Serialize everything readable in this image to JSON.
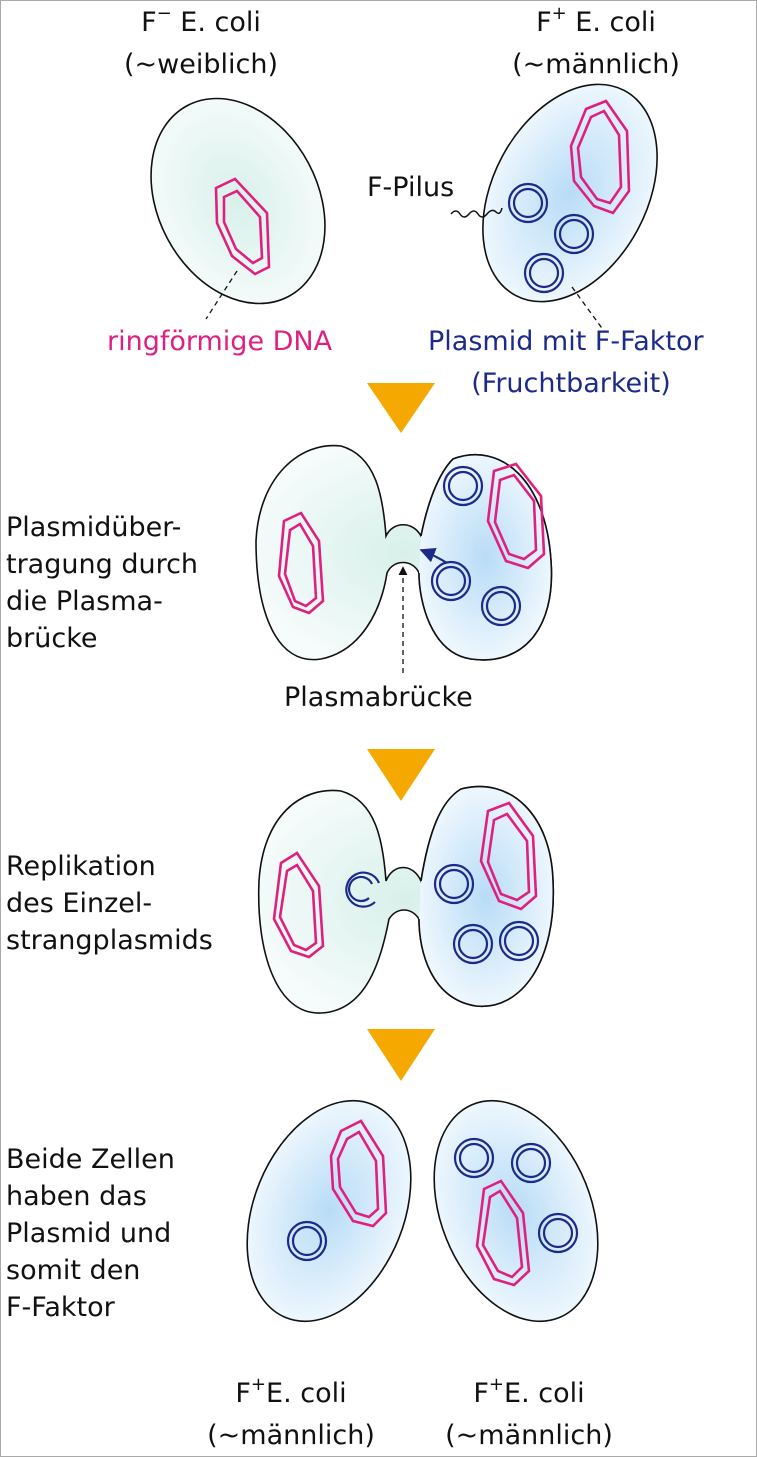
{
  "top": {
    "fminus": {
      "letter": "F",
      "sup": "−",
      "name": " E. coli",
      "role": "(~weiblich)"
    },
    "fplus": {
      "letter": "F",
      "sup": "+",
      "name": " E. coli",
      "role": "(~männlich)"
    },
    "pilus_label": "F-Pilus",
    "dna_label": "ringförmige DNA",
    "plasmid_label_1": "Plasmid mit F-Faktor",
    "plasmid_label_2": "(Fruchtbarkeit)"
  },
  "steps": [
    {
      "caption": "Plasmidüber-\ntragung durch\ndie Plasma-\nbrücke"
    },
    {
      "caption": "Replikation\ndes Einzel-\nstrangplasmids"
    },
    {
      "caption": "Beide Zellen\nhaben das\nPlasmid und\nsomit den\nF-Faktor"
    }
  ],
  "bridge_label": "Plasmabrücke",
  "bottom": {
    "left": {
      "letter": "F",
      "sup": "+",
      "name": "E. coli",
      "role": "(~männlich)"
    },
    "right": {
      "letter": "F",
      "sup": "+",
      "name": "E. coli",
      "role": "(~männlich)"
    }
  },
  "colors": {
    "dna": "#e0207f",
    "plasmid": "#1c2a8a",
    "arrow": "#f5a800",
    "cytoplasm_fminus": "#d8f0ea",
    "cytoplasm_fplus": "#b8dcf6"
  }
}
